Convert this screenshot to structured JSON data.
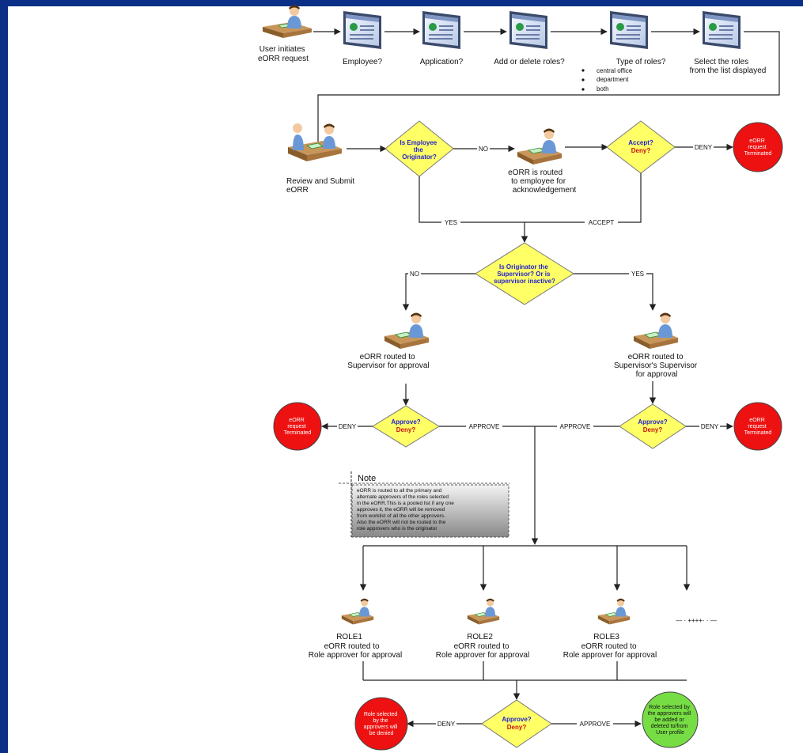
{
  "steps": {
    "user_initiates": [
      "User initiates",
      "eORR request"
    ],
    "employee": "Employee?",
    "application": "Application?",
    "add_delete": "Add or delete roles?",
    "type_roles": "Type of roles?",
    "type_roles_options": [
      "central office",
      "department",
      "both"
    ],
    "select_roles": [
      "Select the roles",
      "from the list displayed"
    ],
    "review_submit": [
      "Review and Submit",
      "eORR"
    ],
    "routed_employee": [
      "eORR is routed",
      "to employee for",
      "acknowledgement"
    ],
    "routed_supervisor": [
      "eORR routed to",
      "Supervisor for approval"
    ],
    "routed_sup_sup": [
      "eORR routed to",
      "Supervisor's Supervisor",
      "for approval"
    ],
    "roles": [
      {
        "name": "ROLE1",
        "lines": [
          "eORR routed to",
          "Role approver for approval"
        ]
      },
      {
        "name": "ROLE2",
        "lines": [
          "eORR routed to",
          "Role approver for approval"
        ]
      },
      {
        "name": "ROLE3",
        "lines": [
          "eORR routed to",
          "Role approver for approval"
        ]
      }
    ],
    "more_roles": "— · ++++· · —"
  },
  "decisions": {
    "is_employee_originator": [
      "Is Employee",
      "the",
      "Originator?"
    ],
    "accept_deny": {
      "q": "Accept?",
      "r": "Deny?"
    },
    "is_originator_supervisor": [
      "Is Originator the",
      "Supervisor? Or is",
      "supervisor inactive?"
    ],
    "approve_deny": {
      "q": "Approve?",
      "r": "Deny?"
    }
  },
  "edges": {
    "no": "NO",
    "yes": "YES",
    "deny": "DENY",
    "accept": "ACCEPT",
    "approve": "APPROVE"
  },
  "terminals": {
    "terminated": [
      "eORR",
      "request",
      "Terminated"
    ],
    "denied": [
      "Role selected",
      "by the",
      "approvers will",
      "be denied"
    ],
    "approved": [
      "Role selected by",
      "the approvers will",
      "be added or",
      "deleted to/from",
      "User profile"
    ]
  },
  "note": {
    "title": "Note",
    "lines": [
      "eORR is routed to all the primary and",
      "alternate approvers of the roles selected",
      "in the eORR.This is a pooled list if any one",
      "approves it, the eORR will be removed",
      "from worklist of all the other approvers.",
      "Also the eORR will not be routed to the",
      "role approvers who is the originator"
    ]
  },
  "colors": {
    "frame": "#0b2f86",
    "diamond": "#ffff66",
    "terminated": "#ee1111",
    "approved": "#77dd44",
    "question_text": "#2222cc",
    "deny_text": "#cc1111"
  }
}
